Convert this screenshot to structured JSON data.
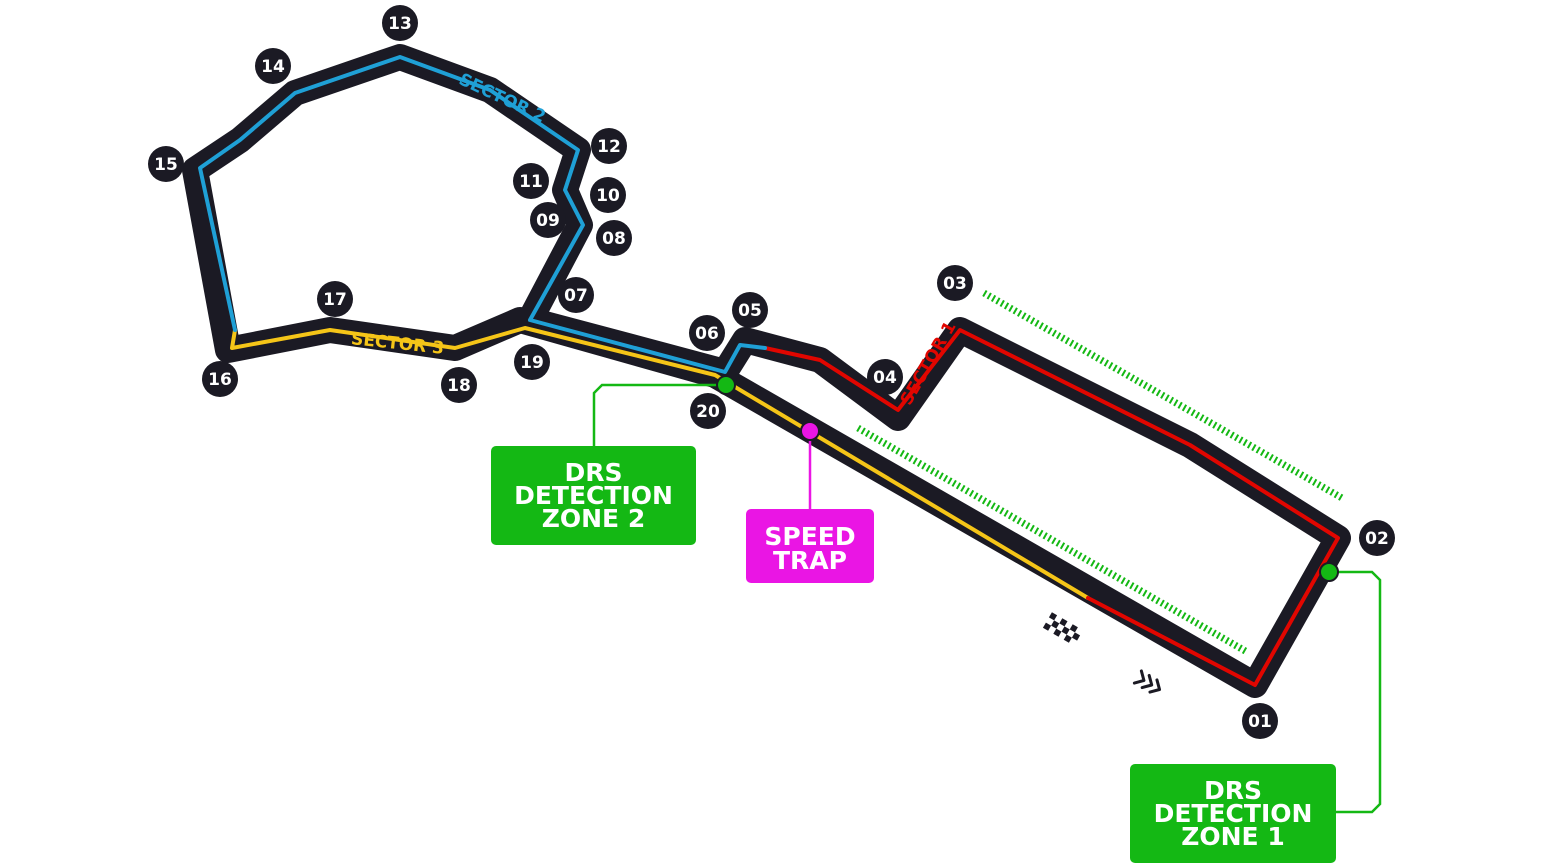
{
  "colors": {
    "track": "#1b1a24",
    "sector1": "#e10600",
    "sector2": "#1fa0d6",
    "sector3": "#f5c518",
    "drs": "#14b814",
    "speed_trap": "#ea15e4"
  },
  "sectors": {
    "s1": "SECTOR 1",
    "s2": "SECTOR 2",
    "s3": "SECTOR 3"
  },
  "turns": [
    "01",
    "02",
    "03",
    "04",
    "05",
    "06",
    "07",
    "08",
    "09",
    "10",
    "11",
    "12",
    "13",
    "14",
    "15",
    "16",
    "17",
    "18",
    "19",
    "20"
  ],
  "callouts": {
    "drs2": [
      "DRS",
      "DETECTION",
      "ZONE 2"
    ],
    "drs1": [
      "DRS",
      "DETECTION",
      "ZONE 1"
    ],
    "speed_trap": [
      "SPEED",
      "TRAP"
    ]
  },
  "icons": {
    "start_finish": "checkered-flag-icon",
    "direction": "direction-chevrons-icon"
  }
}
